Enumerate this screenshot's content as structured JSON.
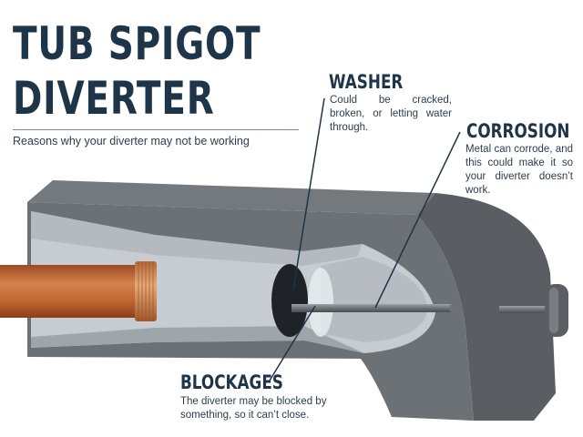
{
  "title": {
    "line1": "TUB SPIGOT",
    "line2": "DIVERTER"
  },
  "subtitle": "Reasons why your diverter may not be working",
  "callouts": {
    "washer": {
      "heading": "WASHER",
      "text": "Could be cracked, broken, or letting water through."
    },
    "corrosion": {
      "heading": "CORROSION",
      "text": "Metal can corrode, and this could make it so your diverter doesn’t work."
    },
    "blockages": {
      "heading": "BLOCKAGES",
      "text": "The diverter may be blocked by something, so it can’t close."
    }
  },
  "colors": {
    "title": "#1e3549",
    "spigot_body": "#5d6165",
    "spigot_side": "#72777b",
    "spigot_interior": "#c3c8cd",
    "pipe_copper": "#c56a36",
    "washer": "#1f2226"
  }
}
